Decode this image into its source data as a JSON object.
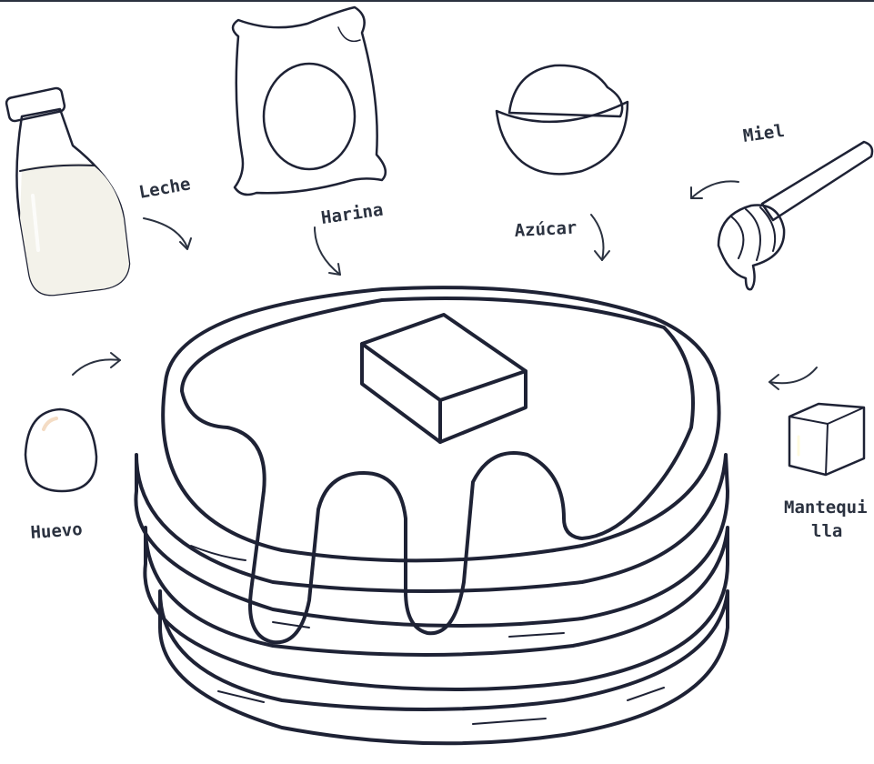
{
  "labels": {
    "leche": "Leche",
    "harina": "Harina",
    "azucar": "Azúcar",
    "miel": "Miel",
    "huevo": "Huevo",
    "mantequilla_line1": "Mantequi",
    "mantequilla_line2": "lla"
  },
  "colors": {
    "outline": "#1e2235",
    "milk": "#eef0ee",
    "flour_bag": "#eeeeea",
    "flour_window": "#a9dbe4",
    "sugar_bowl": "#e5664e",
    "honey": "#f0b65a",
    "egg": "#d79a63",
    "butter": "#f6e79a"
  },
  "icons": [
    "milk-bottle-icon",
    "flour-bag-icon",
    "sugar-bowl-icon",
    "honey-dipper-icon",
    "egg-icon",
    "butter-icon",
    "pancake-stack"
  ]
}
